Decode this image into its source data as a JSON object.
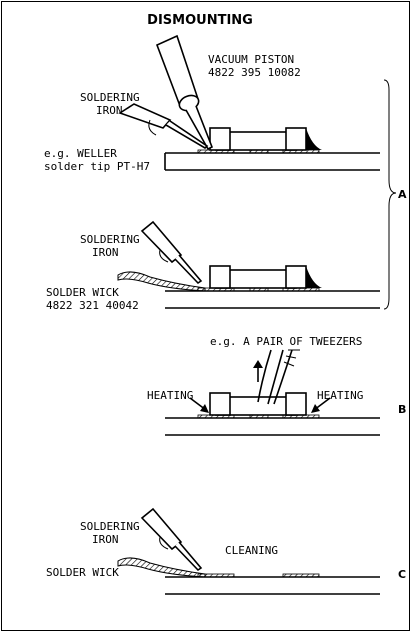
{
  "title": "DISMOUNTING",
  "step_a": {
    "label": "A",
    "vacuum_piston": {
      "line1": "VACUUM PISTON",
      "line2": "4822 395 10082"
    },
    "soldering_iron_1": {
      "line1": "SOLDERING",
      "line2": "IRON"
    },
    "weller": {
      "line1": "e.g. WELLER",
      "line2": "solder tip PT-H7"
    },
    "soldering_iron_2": {
      "line1": "SOLDERING",
      "line2": "IRON"
    },
    "solder_wick": {
      "line1": "SOLDER WICK",
      "line2": "4822 321 40042"
    }
  },
  "step_b": {
    "label": "B",
    "tweezers": "e.g. A PAIR OF TWEEZERS",
    "heating_left": "HEATING",
    "heating_right": "HEATING"
  },
  "step_c": {
    "label": "C",
    "soldering_iron": {
      "line1": "SOLDERING",
      "line2": "IRON"
    },
    "cleaning": "CLEANING",
    "solder_wick": "SOLDER WICK"
  }
}
